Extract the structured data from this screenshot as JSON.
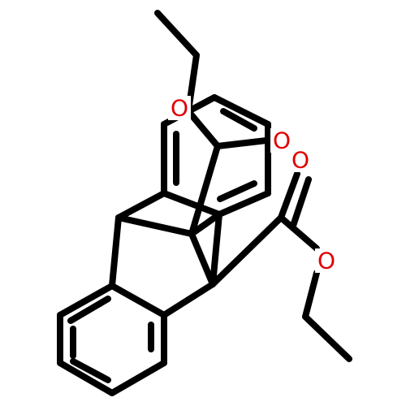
{
  "molecule": {
    "atom_labels": [
      {
        "symbol": "O"
      },
      {
        "symbol": "O"
      },
      {
        "symbol": "O"
      },
      {
        "symbol": "O"
      }
    ],
    "colors": {
      "bond": "#000000",
      "oxygen": "#e00000",
      "background": "#ffffff"
    }
  }
}
